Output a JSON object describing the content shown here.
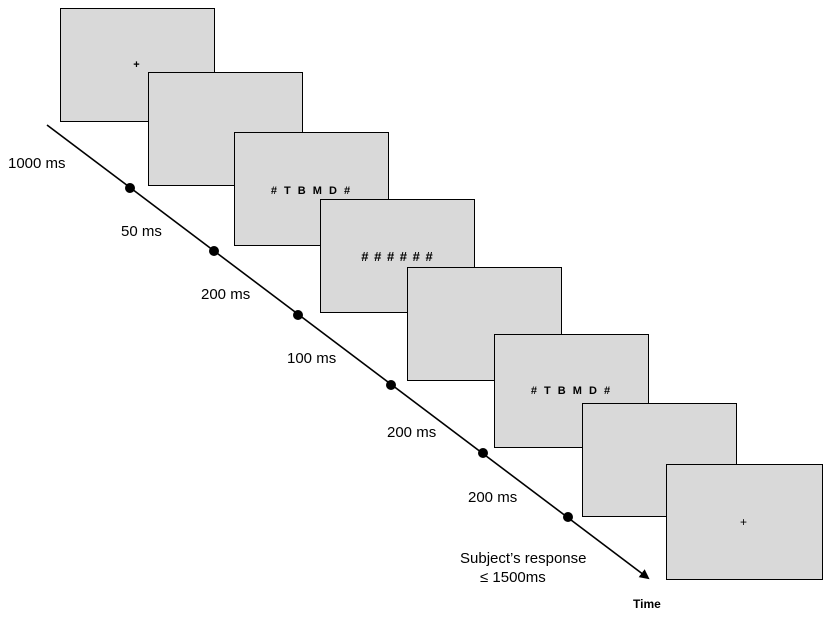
{
  "colors": {
    "screen_fill": "#d9d9d9",
    "ink": "#000000"
  },
  "screens": [
    {
      "content": "+"
    },
    {
      "content": ""
    },
    {
      "content": "# T B M D #"
    },
    {
      "content": "# # # # # #"
    },
    {
      "content": ""
    },
    {
      "content": "# T B M D #"
    },
    {
      "content": ""
    },
    {
      "content": "+"
    }
  ],
  "durations": [
    "1000 ms",
    "50 ms",
    "200 ms",
    "100 ms",
    "200 ms",
    "200 ms"
  ],
  "response": {
    "line1": "Subject’s response",
    "line2": "≤ 1500ms"
  },
  "axis_label": "Time"
}
